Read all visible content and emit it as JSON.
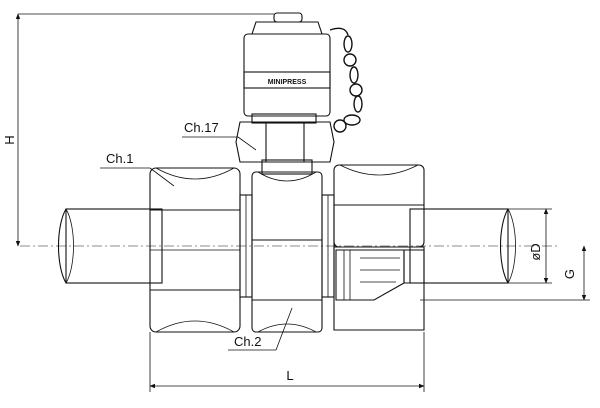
{
  "labels": {
    "ch17": "Ch.17",
    "ch1": "Ch.1",
    "ch2": "Ch.2",
    "brand": "MINIPRESS"
  },
  "dimensions": {
    "H": "H",
    "L": "L",
    "D": "øD",
    "G": "G"
  },
  "colors": {
    "metal_light": "#f2f2f2",
    "metal_mid": "#c8c8c8",
    "metal_dark": "#8a8a8a",
    "hatch": "#111111",
    "line": "#111111"
  }
}
